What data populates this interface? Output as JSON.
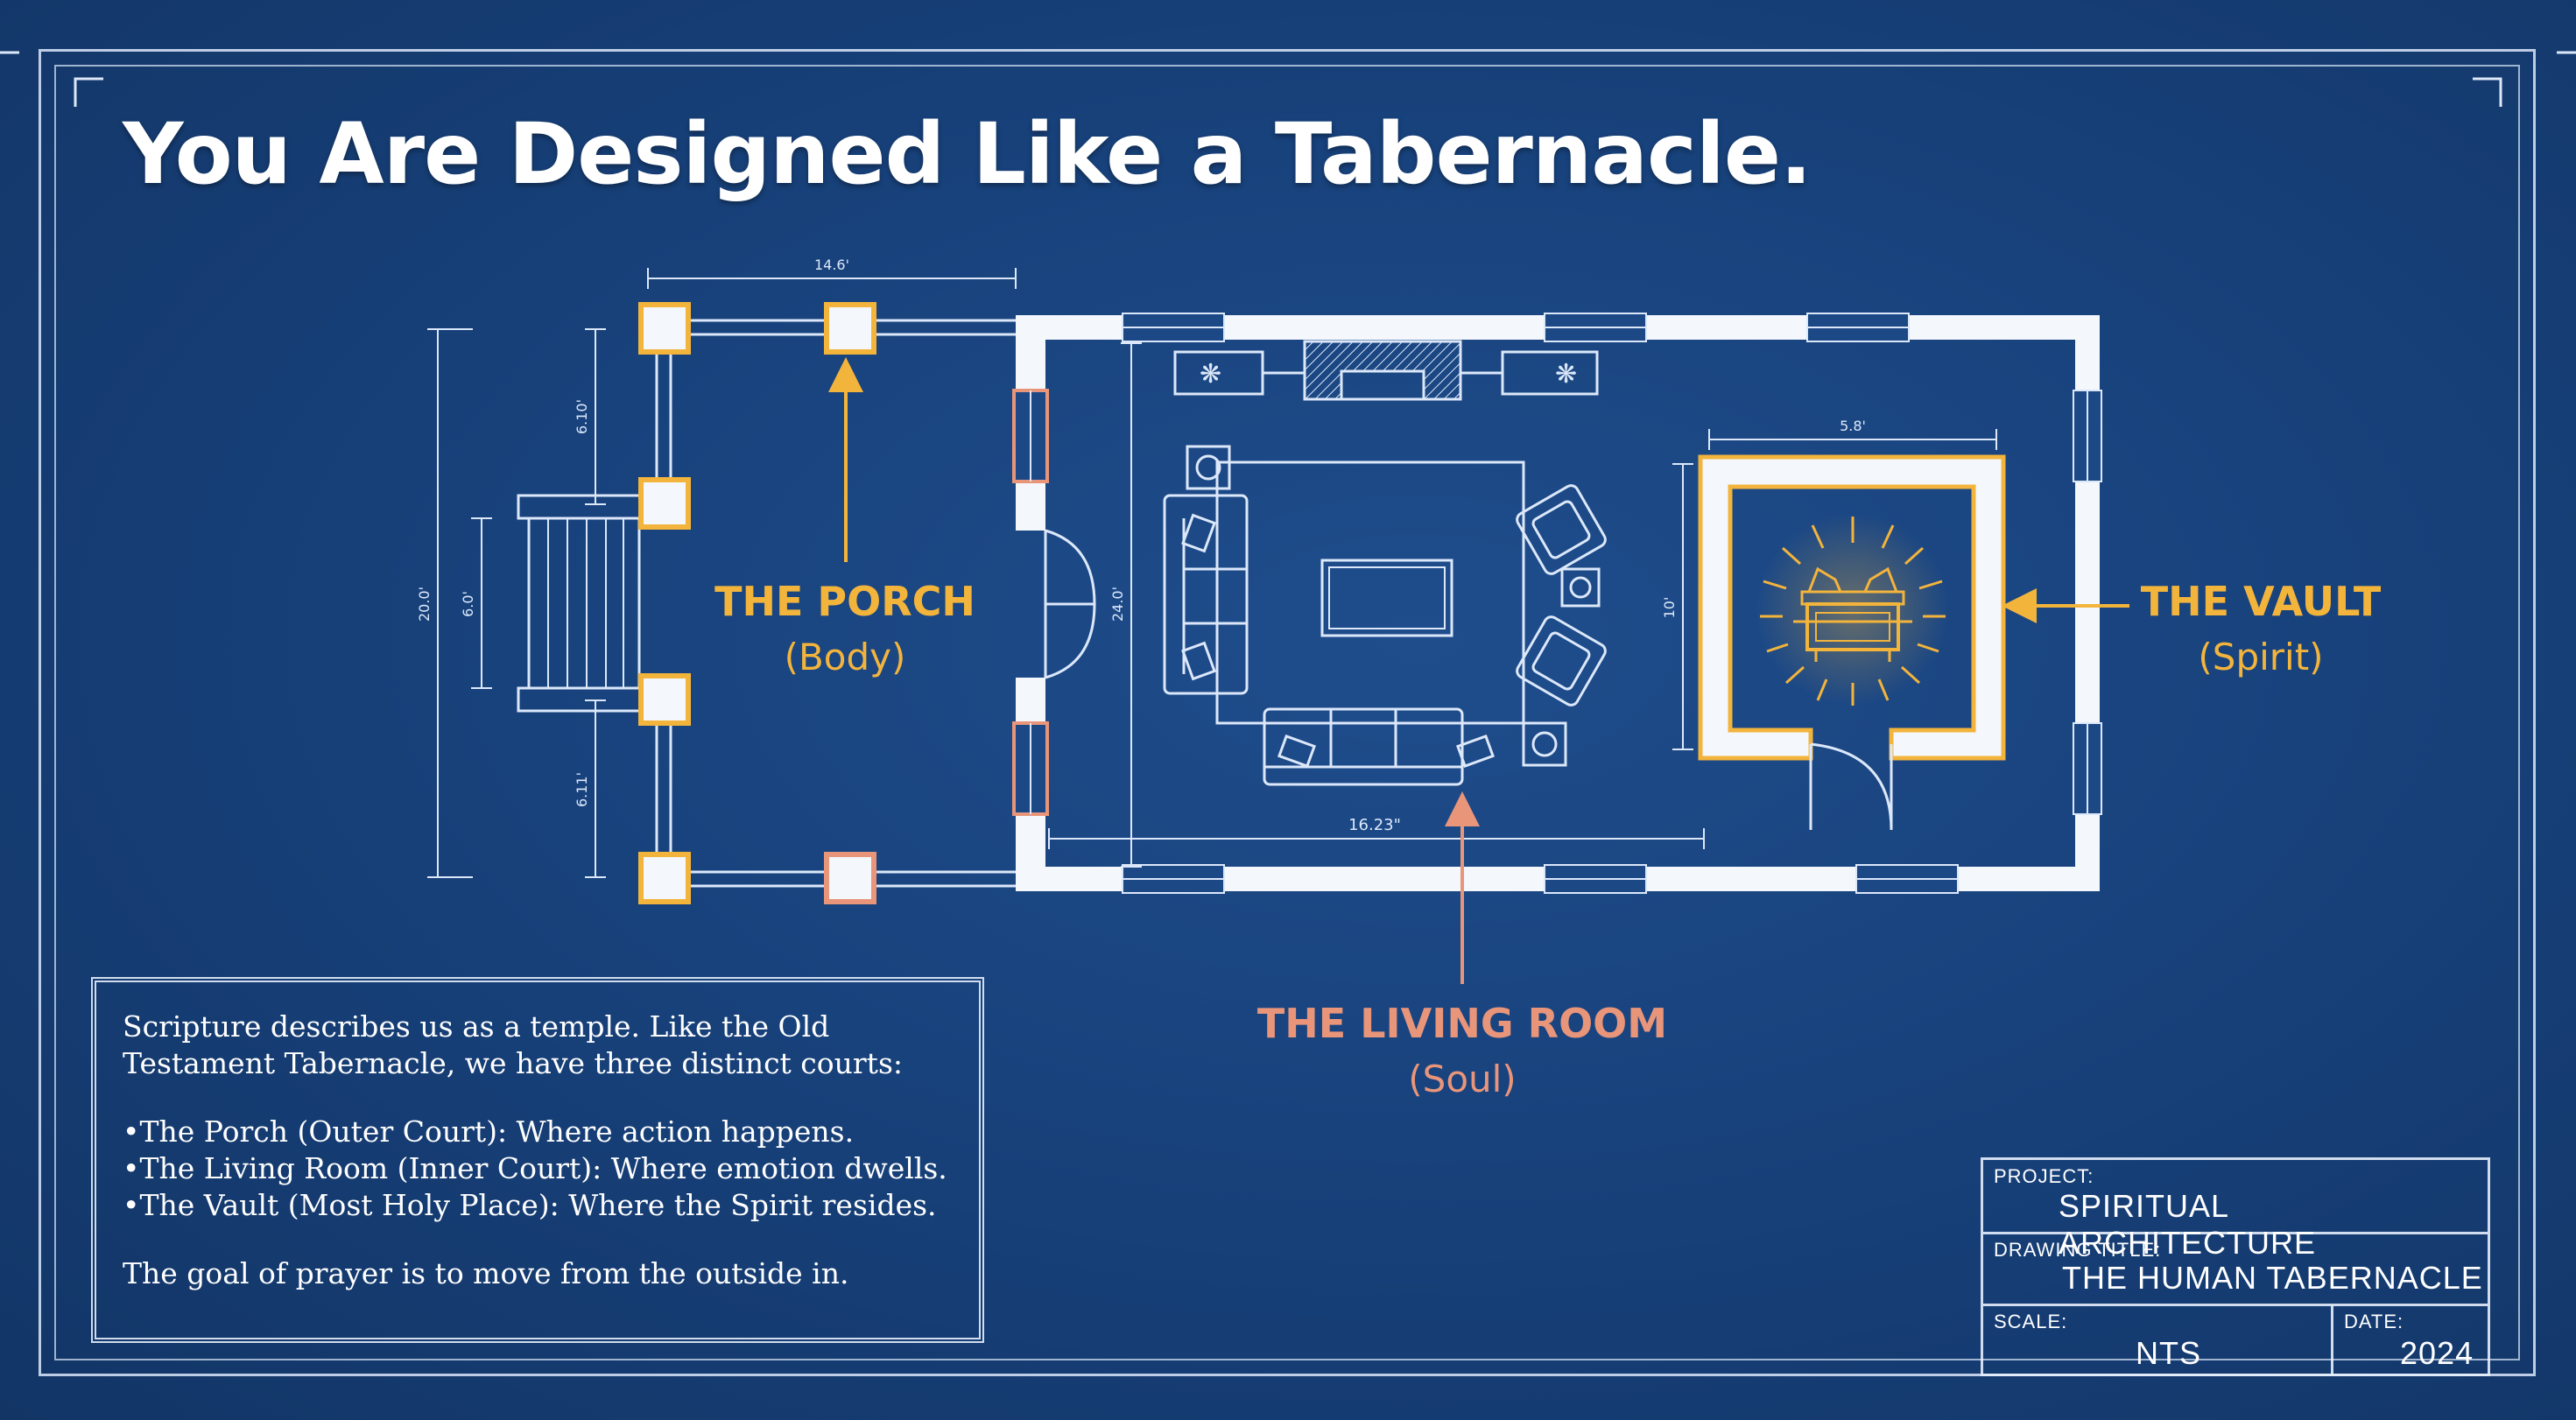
{
  "title": "You Are Designed Like a Tabernacle.",
  "plan": {
    "dimensions": {
      "porch_width": "14.6'",
      "porch_upper": "6.10'",
      "porch_mid": "6.0'",
      "porch_lower": "6.11'",
      "porch_total": "20.0'",
      "room_height": "24.0'",
      "room_width": "16.23\"",
      "vault_width": "5.8'",
      "vault_height": "10'"
    }
  },
  "labels": {
    "porch": {
      "title": "THE PORCH",
      "subtitle": "(Body)"
    },
    "living_room": {
      "title": "THE LIVING ROOM",
      "subtitle": "(Soul)"
    },
    "vault": {
      "title": "THE VAULT",
      "subtitle": "(Spirit)"
    }
  },
  "description": {
    "intro": "Scripture describes us as a temple. Like the Old Testament Tabernacle, we have three distinct courts:",
    "items": [
      "The Porch (Outer Court): Where action happens.",
      "The Living Room (Inner Court): Where emotion dwells.",
      "The Vault (Most Holy Place): Where the Spirit resides."
    ],
    "closing": "The goal of prayer is to move from the outside in."
  },
  "title_block": {
    "project_caption": "PROJECT:",
    "project_value": "SPIRITUAL ARCHITECTURE",
    "drawing_caption": "DRAWING TITLE:",
    "drawing_value": "THE HUMAN TABERNACLE",
    "scale_caption": "SCALE:",
    "scale_value": "NTS",
    "date_caption": "DATE:",
    "date_value": "2024"
  },
  "colors": {
    "background": "#18427c",
    "gold": "#f3b43c",
    "salmon": "#e8957a",
    "line": "#dce8fa"
  }
}
